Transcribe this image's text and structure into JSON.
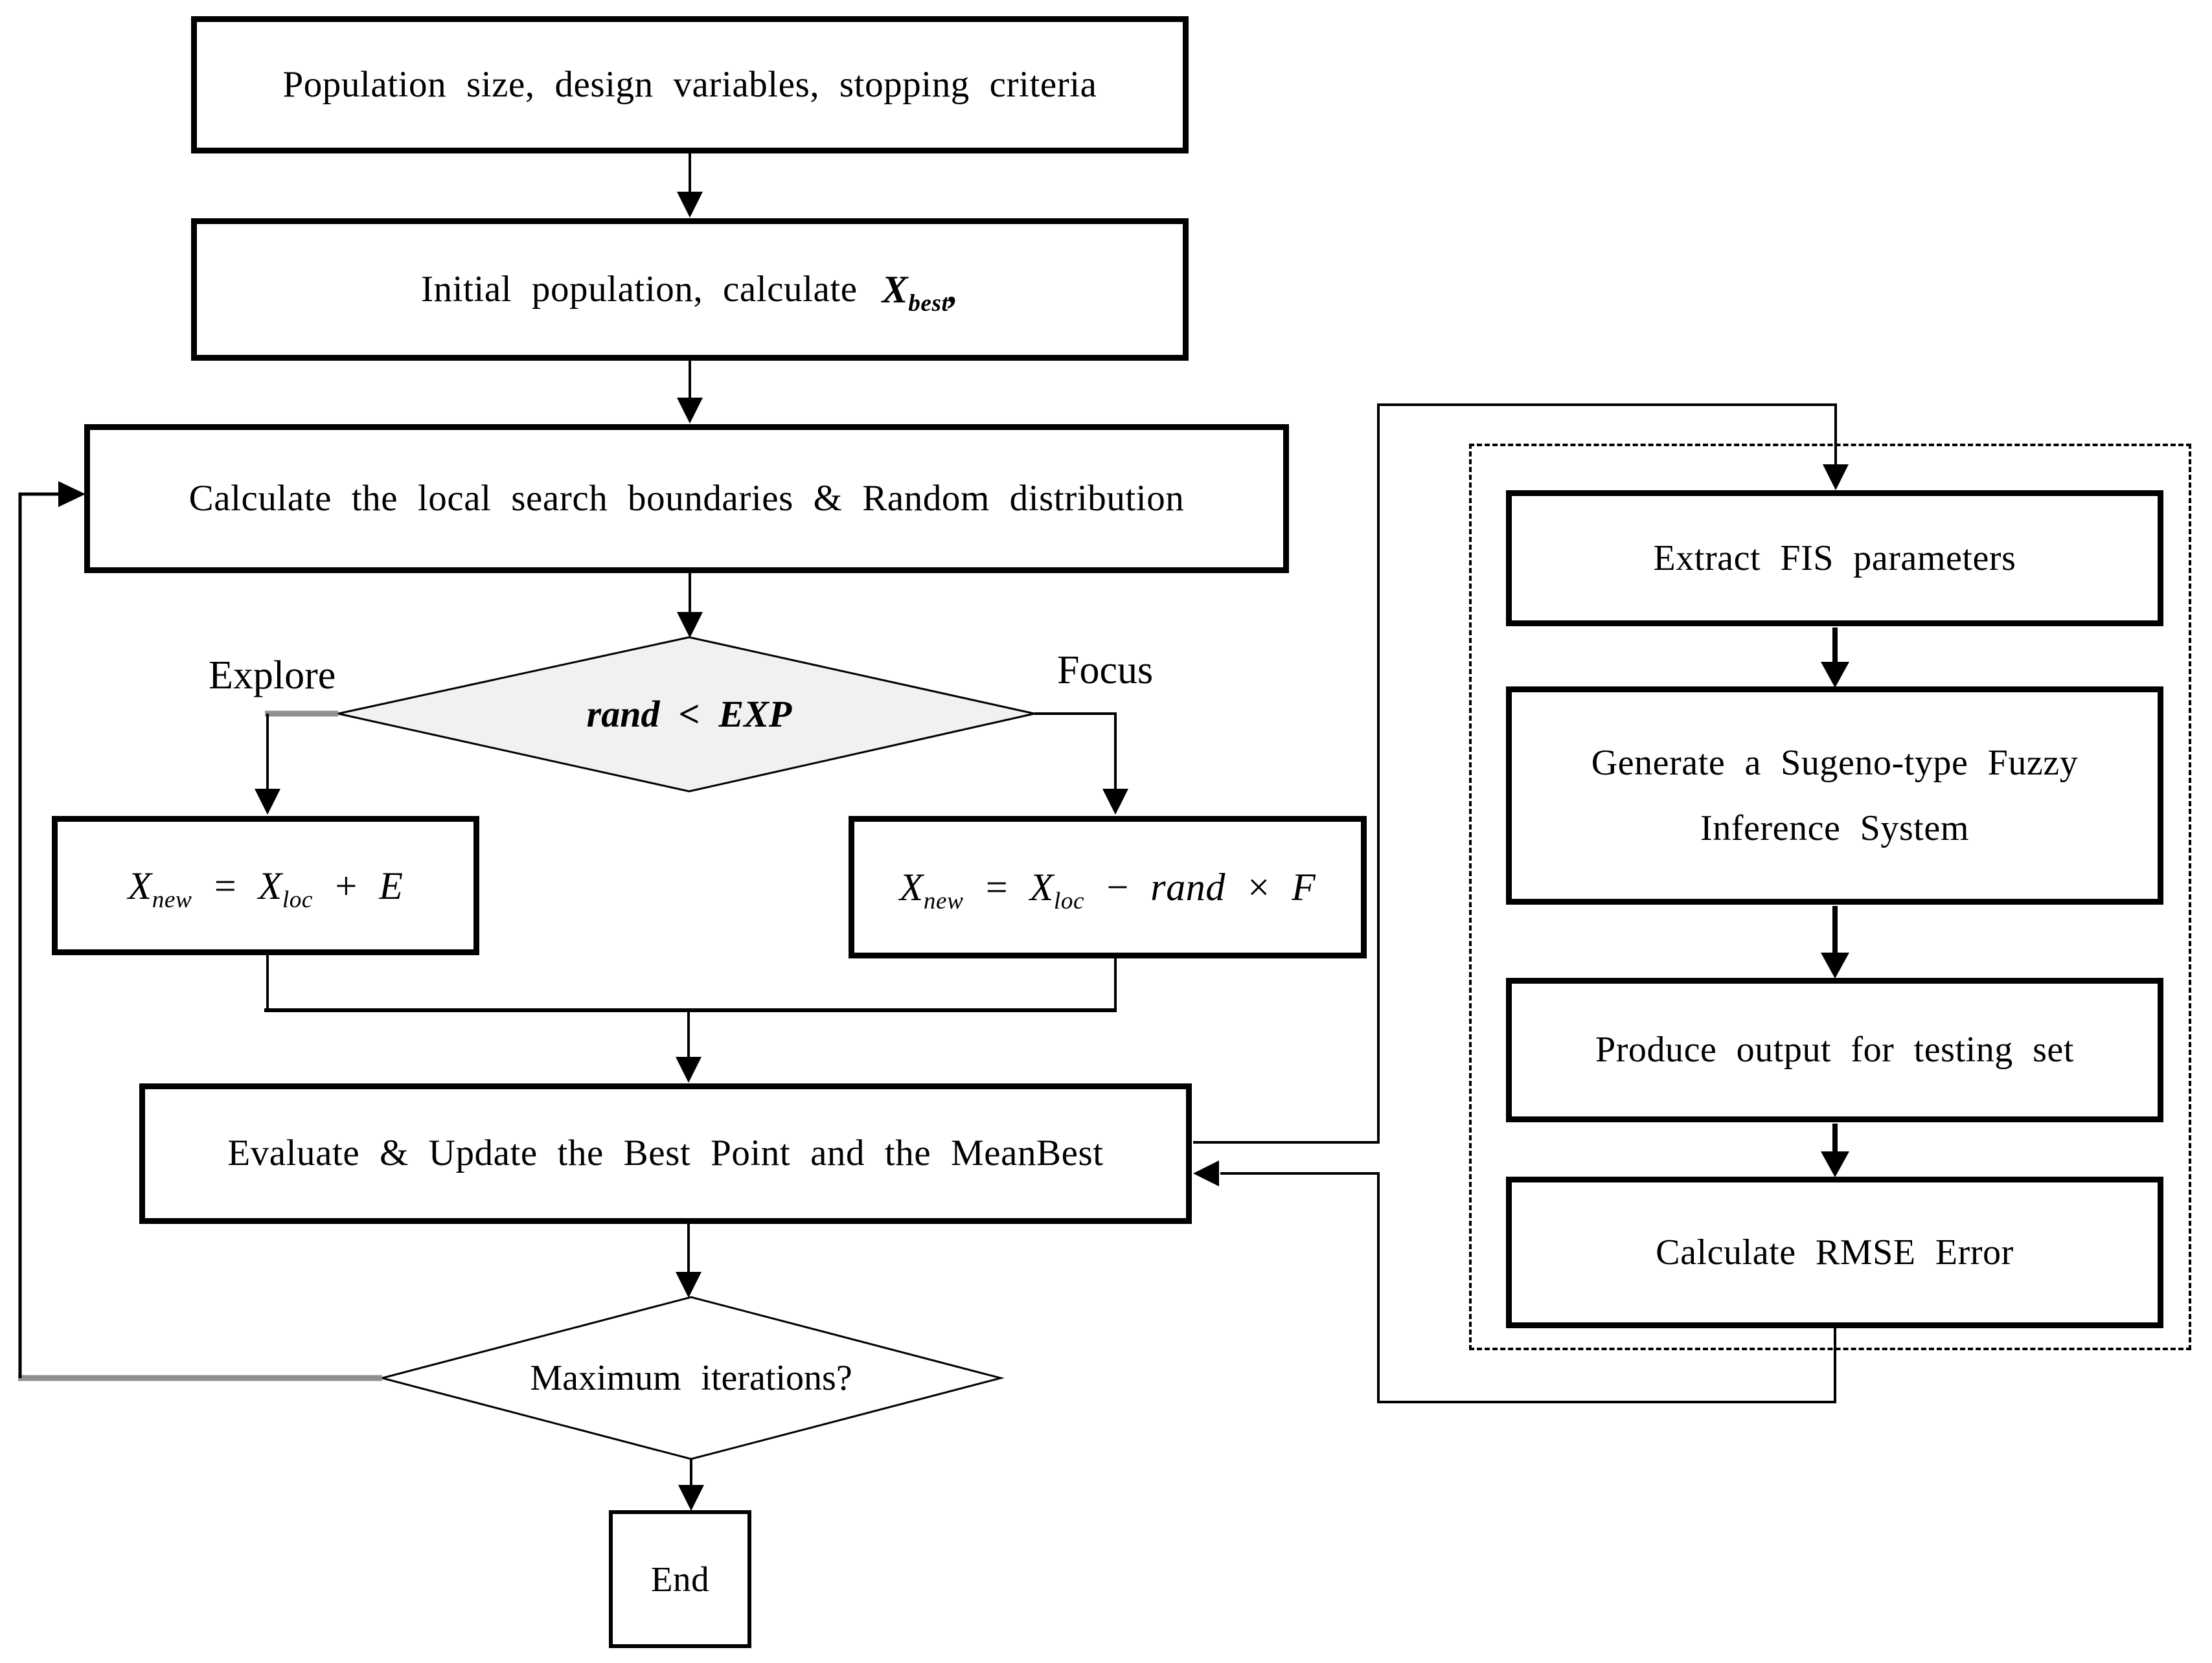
{
  "figure": {
    "type": "flowchart",
    "background": "#ffffff",
    "stroke_color": "#000000",
    "decision_fill": "#f1f1f1",
    "gray_connector_color": "#8f8f8f"
  },
  "nodes": {
    "population": {
      "label": "Population size, design variables, stopping criteria"
    },
    "initial_population": {
      "label": "Initial population, calculate",
      "formula": "X_{best},"
    },
    "local_search": {
      "label": "Calculate the local search boundaries & Random distribution"
    },
    "exp_decision": {
      "formula": "rand < EXP"
    },
    "explore_branch_label": "Explore",
    "focus_branch_label": "Focus",
    "explore_update": {
      "formula": "X_{new} = X_{loc} + E"
    },
    "focus_update": {
      "formula": "X_{new} = X_{loc} − rand × F"
    },
    "evaluate": {
      "label": "Evaluate & Update the Best Point and the MeanBest"
    },
    "max_iterations_decision": {
      "label": "Maximum iterations?"
    },
    "end": {
      "label": "End"
    }
  },
  "fitness_panel": {
    "extract_fis": {
      "label": "Extract FIS parameters"
    },
    "generate_fis": {
      "label": "Generate a Sugeno-type Fuzzy Inference System"
    },
    "produce_output": {
      "label": "Produce output for testing set"
    },
    "calculate_rmse": {
      "label": "Calculate RMSE Error"
    }
  }
}
